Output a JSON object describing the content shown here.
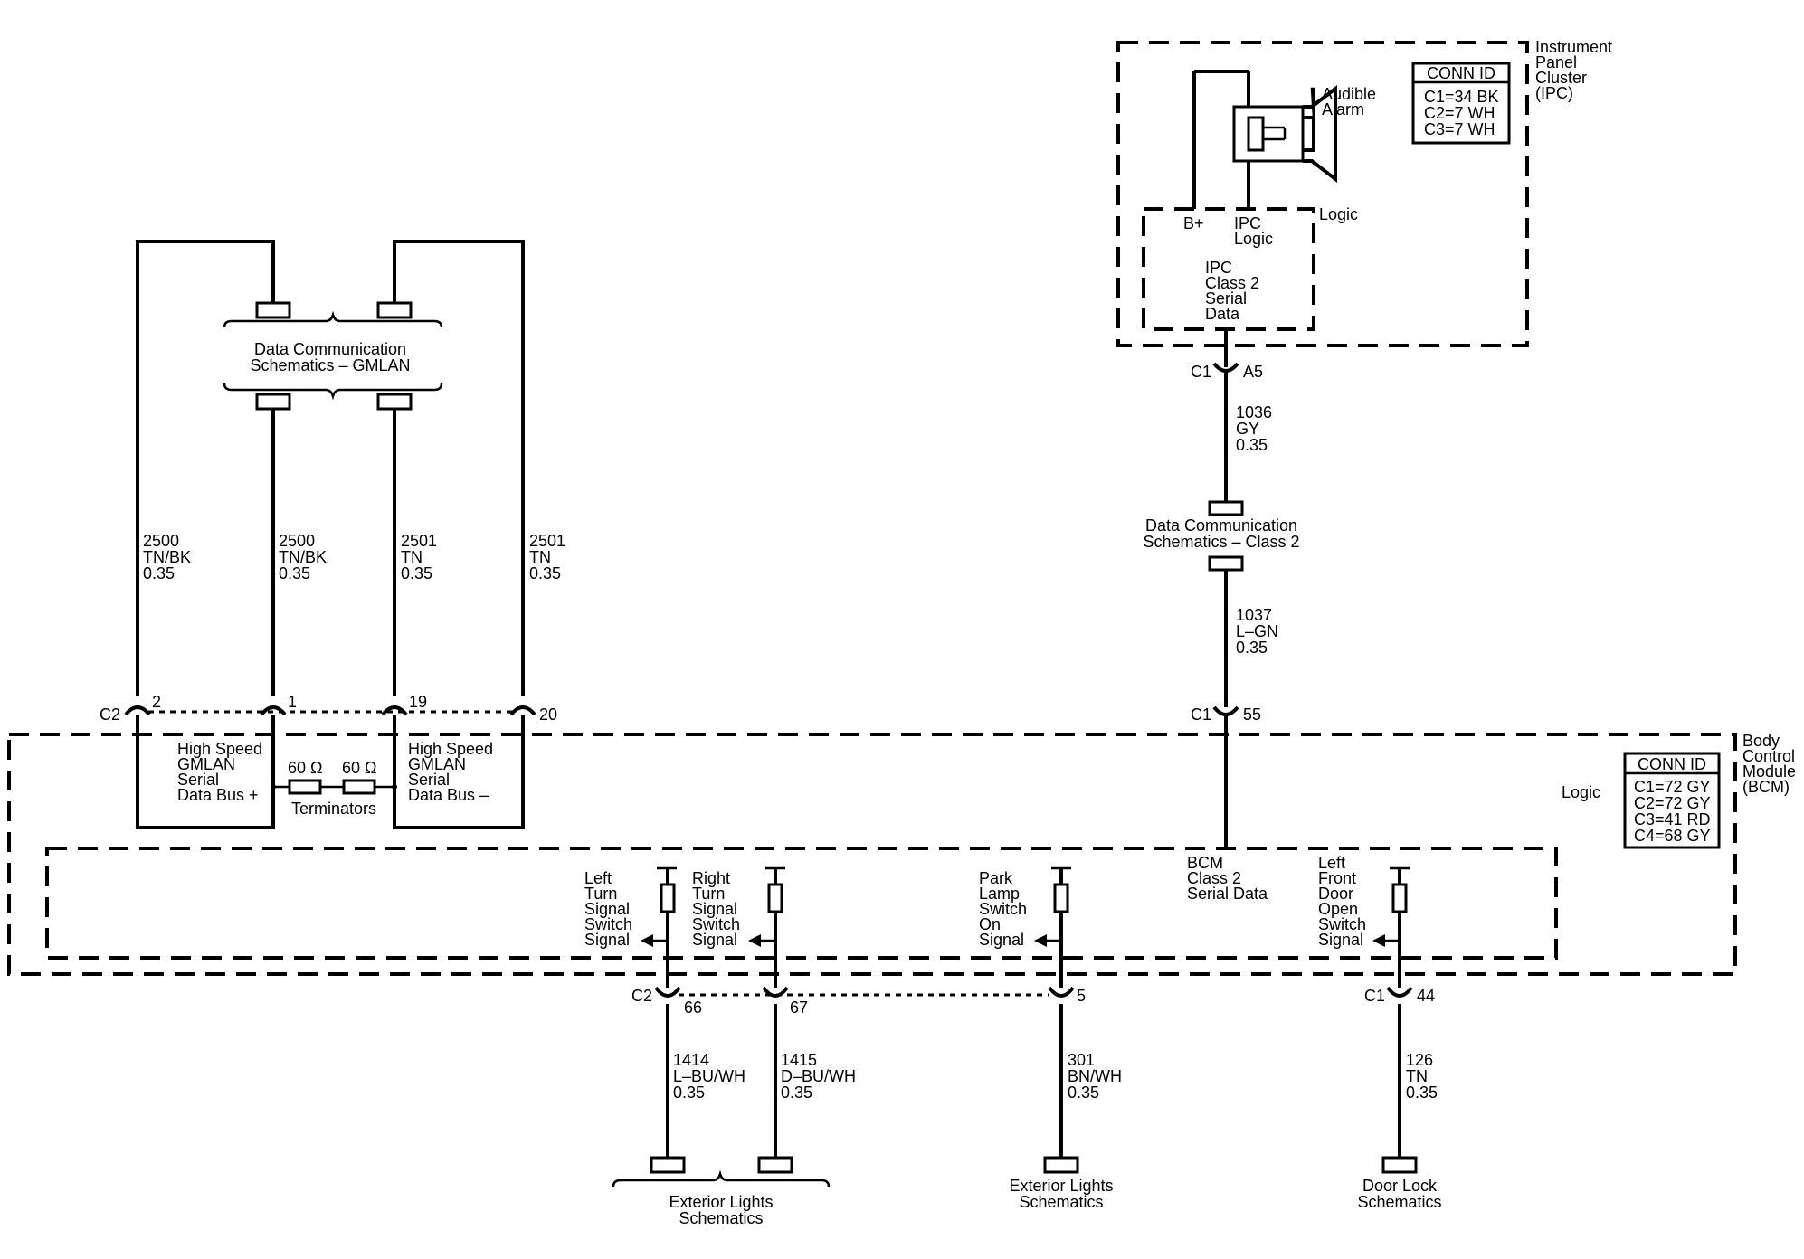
{
  "ipc": {
    "title": [
      "Instrument",
      "Panel",
      "Cluster",
      "(IPC)"
    ],
    "conn_id": {
      "header": "CONN ID",
      "rows": [
        "C1=34 BK",
        "C2=7 WH",
        "C3=7 WH"
      ]
    },
    "alarm": [
      "Audible",
      "Alarm"
    ],
    "logic": "Logic",
    "bplus": "B+",
    "ipc_logic": [
      "IPC",
      "Logic"
    ],
    "serial": [
      "IPC",
      "Class 2",
      "Serial",
      "Data"
    ],
    "conn": "C1",
    "pin": "A5"
  },
  "wire_1036": [
    "1036",
    "GY",
    "0.35"
  ],
  "dcs_class2": [
    "Data Communication",
    "Schematics – Class 2"
  ],
  "wire_1037": [
    "1037",
    "L–GN",
    "0.35"
  ],
  "gmlan": {
    "ref": [
      "Data Communication",
      "Schematics – GMLAN"
    ],
    "wires": [
      [
        "2500",
        "TN/BK",
        "0.35"
      ],
      [
        "2500",
        "TN/BK",
        "0.35"
      ],
      [
        "2501",
        "TN",
        "0.35"
      ],
      [
        "2501",
        "TN",
        "0.35"
      ]
    ],
    "conn": "C2",
    "pins": [
      "2",
      "1",
      "19",
      "20"
    ],
    "bus_plus": [
      "High Speed",
      "GMLAN",
      "Serial",
      "Data Bus +"
    ],
    "bus_minus": [
      "High Speed",
      "GMLAN",
      "Serial",
      "Data Bus –"
    ],
    "res1": "60 Ω",
    "res2": "60 Ω",
    "terminators": "Terminators"
  },
  "bcm": {
    "title": [
      "Body",
      "Control",
      "Module",
      "(BCM)"
    ],
    "conn_id": {
      "header": "CONN ID",
      "rows": [
        "C1=72 GY",
        "C2=72 GY",
        "C3=41 RD",
        "C4=68 GY"
      ]
    },
    "logic": "Logic",
    "c1_conn": "C1",
    "c1_pin": "55",
    "serial": [
      "BCM",
      "Class 2",
      "Serial Data"
    ],
    "signals": [
      [
        "Left",
        "Turn",
        "Signal",
        "Switch",
        "Signal"
      ],
      [
        "Right",
        "Turn",
        "Signal",
        "Switch",
        "Signal"
      ],
      [
        "Park",
        "Lamp",
        "Switch",
        "On",
        "Signal"
      ],
      [
        "Left",
        "Front",
        "Door",
        "Open",
        "Switch",
        "Signal"
      ]
    ]
  },
  "bottom": {
    "c2_conn": "C2",
    "c2_pins": [
      "66",
      "67",
      "5"
    ],
    "c1_conn": "C1",
    "c1_pin": "44",
    "wires": [
      [
        "1414",
        "L–BU/WH",
        "0.35"
      ],
      [
        "1415",
        "D–BU/WH",
        "0.35"
      ],
      [
        "301",
        "BN/WH",
        "0.35"
      ],
      [
        "126",
        "TN",
        "0.35"
      ]
    ],
    "refs": [
      [
        "Exterior Lights",
        "Schematics"
      ],
      [
        "Exterior Lights",
        "Schematics"
      ],
      [
        "Door Lock",
        "Schematics"
      ]
    ]
  }
}
